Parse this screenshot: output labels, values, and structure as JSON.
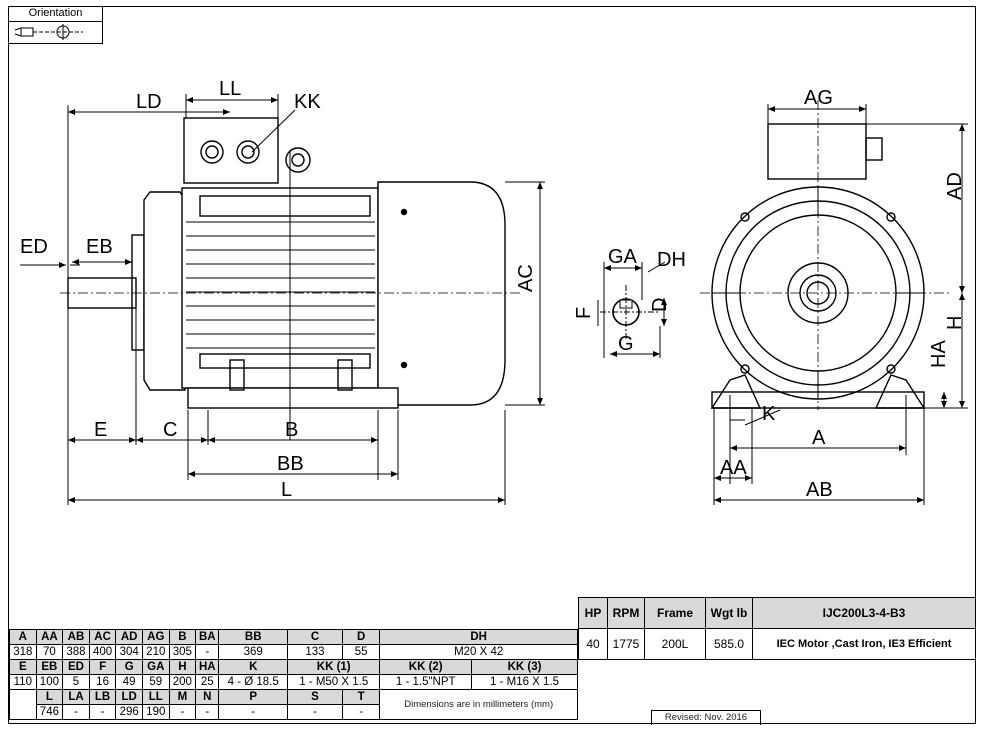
{
  "orientation": {
    "label": "Orientation",
    "icon": "orientation-symbol-icon"
  },
  "drawing_labels": {
    "LD": "LD",
    "LL": "LL",
    "KK": "KK",
    "ED": "ED",
    "EB": "EB",
    "AC": "AC",
    "E": "E",
    "C": "C",
    "B": "B",
    "BB": "BB",
    "L": "L",
    "GA": "GA",
    "DH": "DH",
    "F": "F",
    "D": "D",
    "G": "G",
    "AG": "AG",
    "AD": "AD",
    "H": "H",
    "HA": "HA",
    "K": "K",
    "A": "A",
    "AA": "AA",
    "AB": "AB"
  },
  "info": {
    "headers": [
      "HP",
      "RPM",
      "Frame",
      "Wgt lb"
    ],
    "values": [
      "40",
      "1775",
      "200L",
      "585.0"
    ],
    "model": "IJC200L3-4-B3",
    "description": "IEC Motor ,Cast Iron, IE3 Efficient"
  },
  "dims": {
    "row1_headers": [
      "A",
      "AA",
      "AB",
      "AC",
      "AD",
      "AG",
      "B",
      "BA",
      "BB",
      "C",
      "D",
      "DH"
    ],
    "row1_values": [
      "318",
      "70",
      "388",
      "400",
      "304",
      "210",
      "305",
      "-",
      "369",
      "133",
      "55",
      "M20 X 42"
    ],
    "row2_headers": [
      "E",
      "EB",
      "ED",
      "F",
      "G",
      "GA",
      "H",
      "HA",
      "K",
      "KK (1)",
      "KK (2)",
      "KK (3)"
    ],
    "row2_values": [
      "110",
      "100",
      "5",
      "16",
      "49",
      "59",
      "200",
      "25",
      "4 - Ø 18.5",
      "1 - M50 X 1.5",
      "1 - 1.5\"NPT",
      "1 - M16 X 1.5"
    ],
    "row3_headers": [
      "L",
      "LA",
      "LB",
      "LD",
      "LL",
      "M",
      "N",
      "P",
      "S",
      "T"
    ],
    "row3_values": [
      "746",
      "-",
      "-",
      "296",
      "190",
      "-",
      "-",
      "-",
      "-",
      "-"
    ],
    "note": "Dimensions are in millimeters (mm)",
    "revised": "Revised: Nov. 2016"
  }
}
